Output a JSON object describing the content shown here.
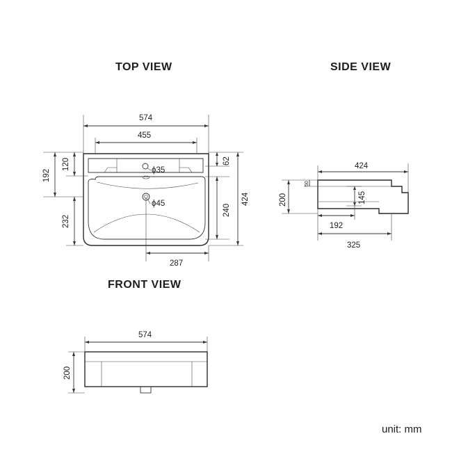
{
  "views": {
    "top": "TOP VIEW",
    "side": "SIDE VIEW",
    "front": "FRONT VIEW"
  },
  "unit_label": "unit: mm",
  "dimensions": {
    "top": {
      "overall_width": "574",
      "inner_width": "455",
      "left_total_depth": "192",
      "left_upper": "120",
      "left_lower": "232",
      "right_top": "62",
      "right_bowl": "240",
      "overall_depth": "424",
      "tap_hole": "ϕ35",
      "waste_hole": "ϕ45",
      "waste_offset": "287"
    },
    "side": {
      "overall_depth": "424",
      "height": "200",
      "rim": "50",
      "waste_height": "145",
      "waste_depth": "192",
      "back_depth": "325"
    },
    "front": {
      "width": "574",
      "height": "200"
    }
  }
}
